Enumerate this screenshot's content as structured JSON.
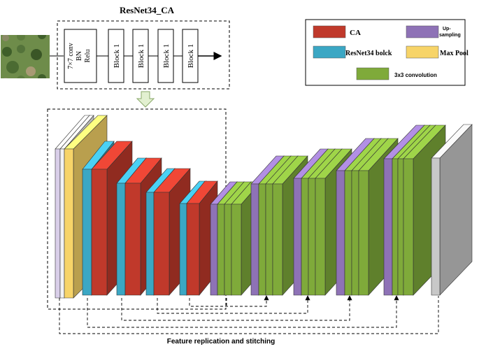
{
  "title": "ResNet34_CA",
  "footer": "Feature replication and stitching",
  "stem_text": [
    "7×7 conv",
    "BN",
    "Relu"
  ],
  "blocks": [
    "Block 1",
    "Block 1",
    "Block 1",
    "Block 1"
  ],
  "legend": {
    "ca": "CA",
    "upsampling": "Up-\nsampling",
    "resnet_block": "ResNet34 bolck",
    "maxpool": "Max Pool",
    "conv": "3x3 convolution"
  },
  "colors": {
    "ca": "#c0392b",
    "upsampling": "#8e72b6",
    "resnet_block": "#3ba7c4",
    "maxpool": "#f7d468",
    "conv": "#7faa3a",
    "output": "#c8c8c8"
  },
  "icons": {
    "input_image": "aerial-photo",
    "arrow": "down-arrow"
  }
}
